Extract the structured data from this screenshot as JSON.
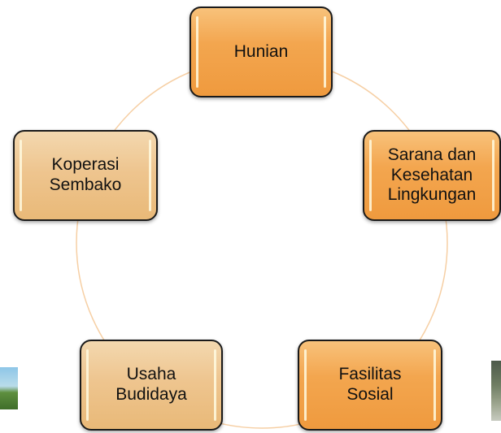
{
  "diagram": {
    "type": "cycle",
    "connector_color": "#f6cfa4",
    "colors": {
      "strong_fill": "#f3a64f",
      "light_fill": "#eec58f",
      "border": "#1a1a1a"
    },
    "nodes": [
      {
        "id": "hunian",
        "label": "Hunian",
        "style": "strong"
      },
      {
        "id": "sarana",
        "label": "Sarana dan\nKesehatan\nLingkungan",
        "style": "strong"
      },
      {
        "id": "fasilitas",
        "label": "Fasilitas\nSosial",
        "style": "strong"
      },
      {
        "id": "usaha",
        "label": "Usaha\nBudidaya",
        "style": "light"
      },
      {
        "id": "koperasi",
        "label": "Koperasi\nSembako",
        "style": "light"
      }
    ]
  },
  "side_images": [
    {
      "name": "landscape-photo-left"
    },
    {
      "name": "landscape-photo-right"
    }
  ]
}
